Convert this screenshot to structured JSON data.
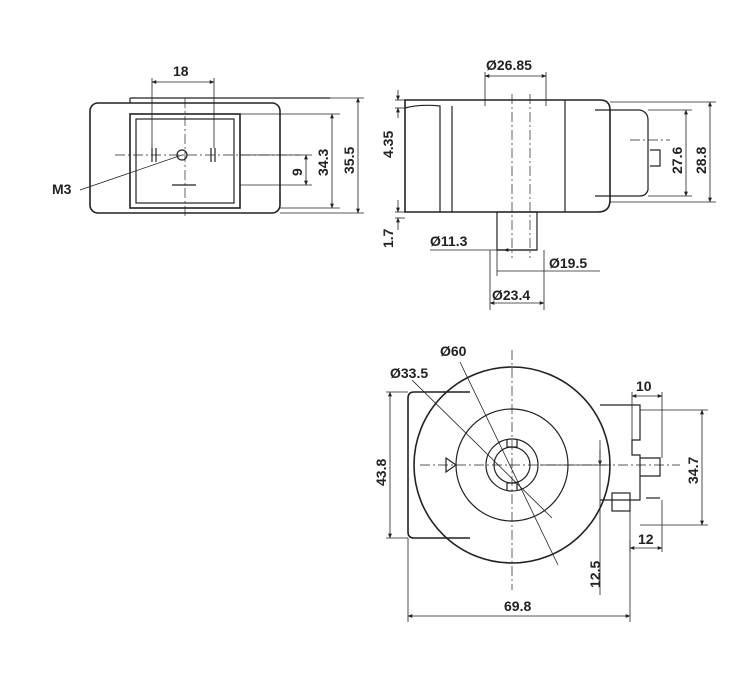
{
  "labels": {
    "front": {
      "width_18": "18",
      "m3": "M3",
      "dim_9": "9",
      "dim_34_3": "34.3",
      "dim_35_5": "35.5"
    },
    "side": {
      "dia_26_85": "Ø26.85",
      "dim_4_35": "4.35",
      "dim_27_6": "27.6",
      "dim_28_8": "28.8",
      "dim_1_7": "1.7",
      "dia_11_3": "Ø11.3",
      "dia_19_5": "Ø19.5",
      "dia_23_4": "Ø23.4"
    },
    "top": {
      "dia_60": "Ø60",
      "dia_33_5": "Ø33.5",
      "dim_10": "10",
      "dim_43_8": "43.8",
      "dim_34_7": "34.7",
      "dim_12": "12",
      "dim_12_5": "12.5",
      "dim_69_8": "69.8"
    }
  }
}
